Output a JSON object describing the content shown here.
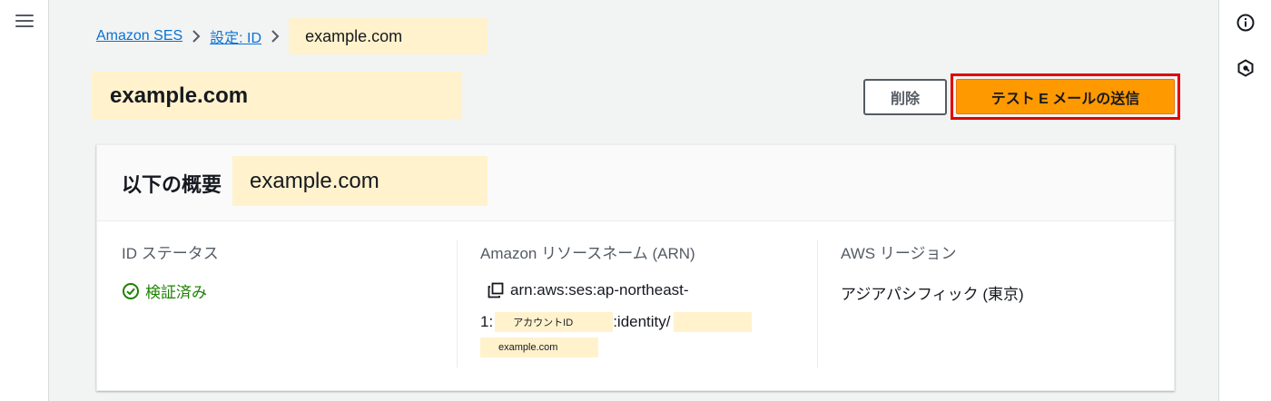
{
  "breadcrumb": {
    "items": [
      "Amazon SES",
      "設定: ID"
    ],
    "current": "example.com"
  },
  "header": {
    "title": "example.com",
    "delete_label": "削除",
    "send_test_label": "テスト E メールの送信"
  },
  "summary": {
    "title": "以下の概要",
    "title_name": "example.com",
    "status": {
      "label": "ID ステータス",
      "value": "検証済み"
    },
    "arn": {
      "label": "Amazon リソースネーム (ARN)",
      "line1": "arn:aws:ses:ap-northeast-",
      "line2_prefix": "1:",
      "account_mask": "アカウントID",
      "line2_suffix": ":identity/",
      "identity_mask": "example.com"
    },
    "region": {
      "label": "AWS リージョン",
      "value": "アジアパシフィック (東京)"
    }
  },
  "icons": {
    "menu": "hamburger-menu-icon",
    "info": "info-icon",
    "feedback": "hexagon-feedback-icon",
    "chevron": "chevron-right-icon",
    "copy": "copy-icon",
    "check": "check-circle-icon"
  },
  "colors": {
    "link": "#0972d3",
    "primary_button": "#ff9900",
    "success": "#1d8102",
    "highlight": "#fff2cc",
    "annotation_border": "#e00000"
  }
}
